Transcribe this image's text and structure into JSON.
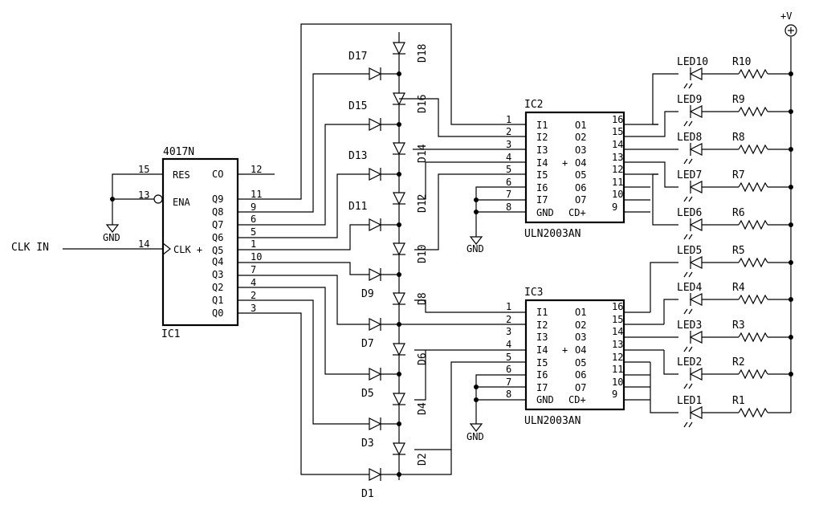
{
  "ic1": {
    "name": "IC1",
    "type": "4017N",
    "left_pins": [
      "RES",
      "ENA",
      "CLK +"
    ],
    "right_pins": [
      "CO",
      "Q9",
      "Q8",
      "Q7",
      "Q6",
      "Q5",
      "Q4",
      "Q3",
      "Q2",
      "Q1",
      "Q0"
    ],
    "left_numbers": [
      "15",
      "13",
      "14"
    ],
    "right_numbers": [
      "12",
      "11",
      "9",
      "6",
      "5",
      "1",
      "10",
      "7",
      "4",
      "2",
      "3"
    ]
  },
  "ic2": {
    "name": "IC2",
    "type": "ULN2003AN",
    "left_pins": [
      "I1",
      "I2",
      "I3",
      "I4",
      "I5",
      "I6",
      "I7",
      "GND"
    ],
    "right_pins": [
      "O1",
      "O2",
      "O3",
      "O4",
      "O5",
      "O6",
      "O7",
      "CD+"
    ],
    "left_numbers": [
      "1",
      "2",
      "3",
      "4",
      "5",
      "6",
      "7",
      "8"
    ],
    "right_numbers": [
      "16",
      "15",
      "14",
      "13",
      "12",
      "11",
      "10",
      "9"
    ]
  },
  "ic3": {
    "name": "IC3",
    "type": "ULN2003AN",
    "left_pins": [
      "I1",
      "I2",
      "I3",
      "I4",
      "I5",
      "I6",
      "I7",
      "GND"
    ],
    "right_pins": [
      "O1",
      "O2",
      "O3",
      "O4",
      "O5",
      "O6",
      "O7",
      "CD+"
    ],
    "left_numbers": [
      "1",
      "2",
      "3",
      "4",
      "5",
      "6",
      "7",
      "8"
    ],
    "right_numbers": [
      "16",
      "15",
      "14",
      "13",
      "12",
      "11",
      "10",
      "9"
    ]
  },
  "plus_marker": "+",
  "clk_label": "CLK IN",
  "vcc_label": "+V",
  "gnd_label": "GND",
  "left_diodes": [
    "D17",
    "D15",
    "D13",
    "D11",
    "D9",
    "D7",
    "D5",
    "D3",
    "D1"
  ],
  "center_diodes": [
    "D18",
    "D16",
    "D14",
    "D12",
    "D10",
    "D8",
    "D6",
    "D4",
    "D2"
  ],
  "leds": [
    "LED10",
    "LED9",
    "LED8",
    "LED7",
    "LED6",
    "LED5",
    "LED4",
    "LED3",
    "LED2",
    "LED1"
  ],
  "resistors": [
    "R10",
    "R9",
    "R8",
    "R7",
    "R6",
    "R5",
    "R4",
    "R3",
    "R2",
    "R1"
  ]
}
